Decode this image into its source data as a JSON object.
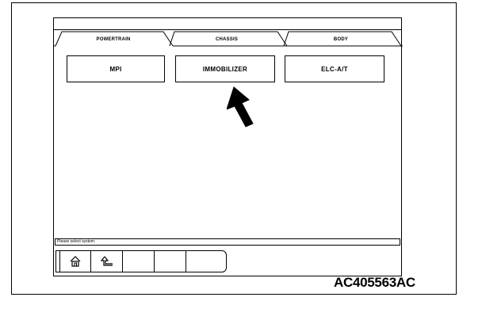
{
  "tabs": [
    {
      "label": "POWERTRAIN"
    },
    {
      "label": "CHASSIS"
    },
    {
      "label": "BODY"
    }
  ],
  "systems": [
    {
      "label": "MPI"
    },
    {
      "label": "IMMOBILIZER"
    },
    {
      "label": "ELC-A/T"
    }
  ],
  "status": {
    "message": "Please select system."
  },
  "toolbar": {
    "buttons": [
      {
        "icon": "home-icon"
      },
      {
        "icon": "back-icon"
      },
      {
        "icon": ""
      },
      {
        "icon": ""
      },
      {
        "icon": ""
      }
    ]
  },
  "figure": {
    "code": "AC405563AC"
  }
}
